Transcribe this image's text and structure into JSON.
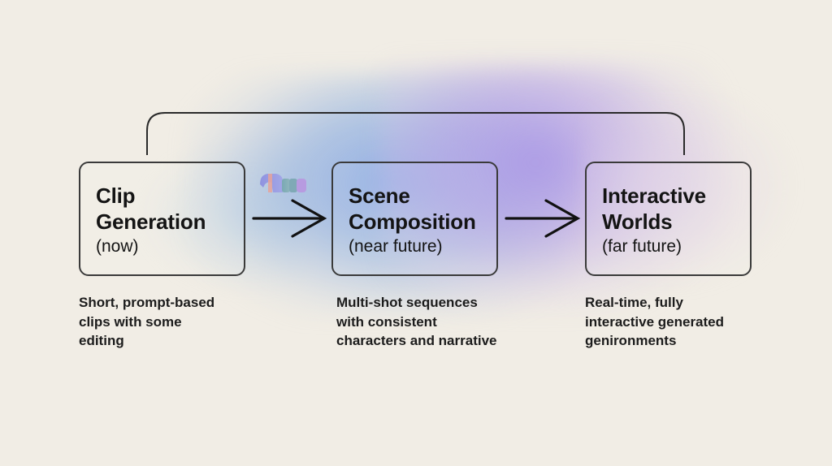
{
  "diagram": {
    "type": "roadmap-flow",
    "stages": [
      {
        "id": "clip-generation",
        "title_lines": [
          "Clip",
          "Generation"
        ],
        "timeframe": "(now)",
        "description_lines": [
          "Short, prompt-based",
          "clips with some",
          "editing"
        ]
      },
      {
        "id": "scene-composition",
        "title_lines": [
          "Scene",
          "Composition"
        ],
        "timeframe": "(near future)",
        "description_lines": [
          "Multi-shot sequences",
          "with consistent",
          "characters and narrative"
        ]
      },
      {
        "id": "interactive-worlds",
        "title_lines": [
          "Interactive",
          "Worlds"
        ],
        "timeframe": "(far future)",
        "description_lines": [
          "Real-time, fully",
          "interactive generated",
          "genironments"
        ]
      }
    ],
    "arrows": [
      {
        "from": "clip-generation",
        "to": "scene-composition",
        "icon": "arrow-right-icon"
      },
      {
        "from": "scene-composition",
        "to": "interactive-worlds",
        "icon": "arrow-right-icon"
      }
    ],
    "overarching_connector": {
      "from": "clip-generation",
      "to": "interactive-worlds"
    },
    "logo": {
      "icon": "gradient-logo-icon",
      "colors": [
        "#8f93e0",
        "#e6a39a",
        "#9a9fe3",
        "#7fb0b8",
        "#6f9fa8",
        "#b79be0"
      ]
    }
  },
  "colors": {
    "background": "#f1ede5",
    "stroke": "#141414",
    "glow_blue": "#8caae4",
    "glow_purple": "#aa96e6",
    "glow_pink": "#e1d2e6"
  }
}
